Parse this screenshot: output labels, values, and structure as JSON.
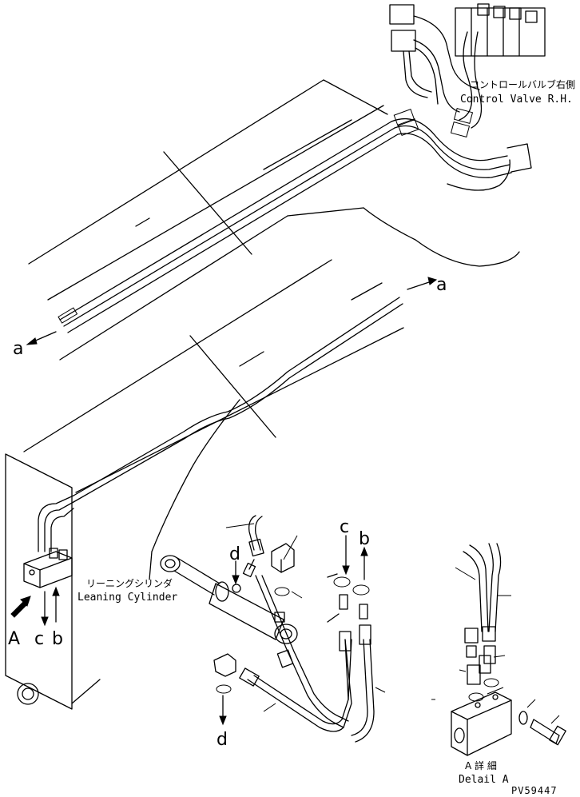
{
  "labels": {
    "control_valve_jp": "コントロールバルブ右側",
    "control_valve_en": "Control Valve R.H.",
    "leaning_cylinder_jp": "リーニングシリンダ",
    "leaning_cylinder_en": "Leaning Cylinder",
    "detail_jp": "A 詳 細",
    "detail_en": "Delail A",
    "part_number": "PV59447"
  },
  "callouts": {
    "a": "a",
    "b": "b",
    "c": "c",
    "d": "d",
    "A": "A"
  }
}
